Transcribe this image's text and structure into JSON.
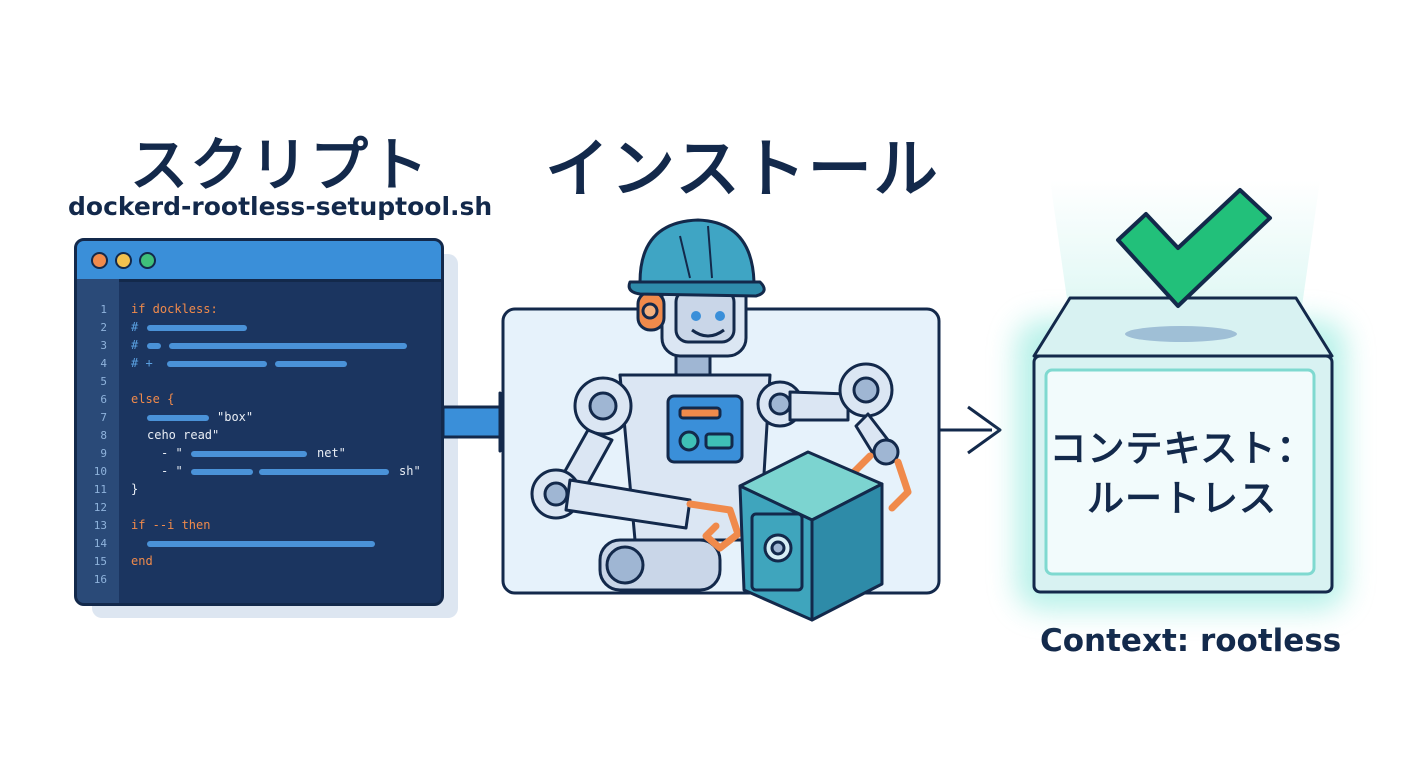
{
  "headings": {
    "script_title": "スクリプト",
    "script_filename": "dockerd-rootless-setuptool.sh",
    "install_title": "インストール",
    "context_caption": "Context: rootless"
  },
  "context_box": {
    "line1": "コンテキスト：",
    "line2": "ルートレス"
  },
  "terminal": {
    "line_numbers": [
      "1",
      "2",
      "3",
      "4",
      "5",
      "6",
      "7",
      "8",
      "9",
      "10",
      "11",
      "12",
      "13",
      "14",
      "15",
      "16"
    ],
    "code": {
      "l1": "if dockless:",
      "l2": "#",
      "l3": "#",
      "l4": "# +",
      "l6": "else {",
      "l7": "\"box\"",
      "l8": "ceho read\"",
      "l9a": "- \"",
      "l9b": "net\"",
      "l10a": "- \"",
      "l10b": "sh\"",
      "l11": "}",
      "l13": "if --i then",
      "l15": "end"
    }
  },
  "colors": {
    "navy": "#13294b",
    "terminal_bg": "#1b3560",
    "titlebar": "#3a8fd9",
    "keyword": "#f08a4b",
    "accent_teal": "#3fc0b6",
    "check_green": "#22c07a",
    "arrow_blue": "#3a8fd9"
  },
  "icons": [
    "robot-worker-icon",
    "hard-hat-icon",
    "safe-box-icon",
    "checkmark-icon",
    "arrow-right-icon"
  ]
}
